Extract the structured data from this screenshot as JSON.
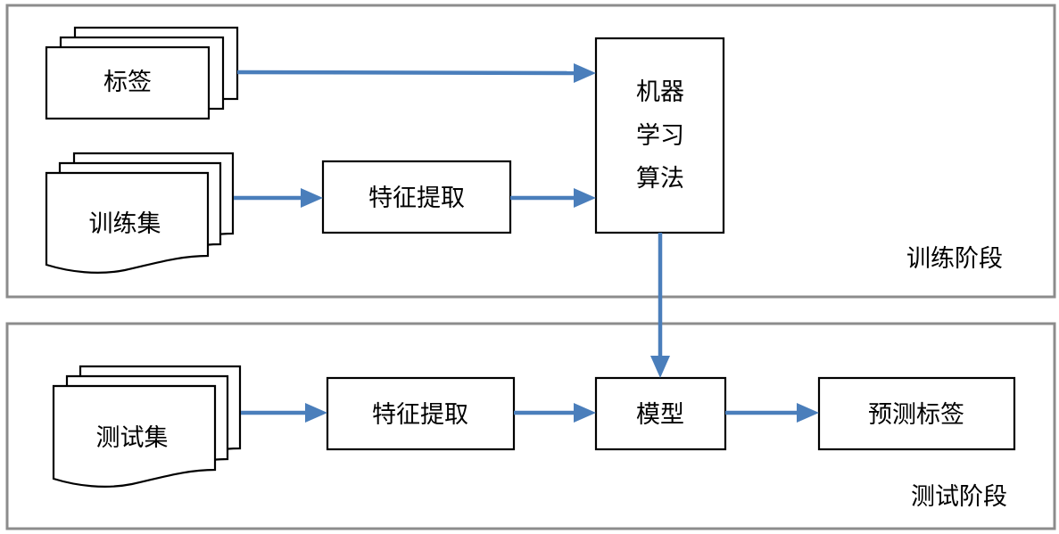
{
  "colors": {
    "arrow": "#4a7ebb",
    "frame": "#8c8c8c",
    "box_stroke": "#000000"
  },
  "training": {
    "stage_label": "训练阶段",
    "labels_doc": "标签",
    "train_set_doc": "训练集",
    "feature_extraction": "特征提取",
    "algorithm": [
      "机器",
      "学习",
      "算法"
    ]
  },
  "testing": {
    "stage_label": "测试阶段",
    "test_set_doc": "测试集",
    "feature_extraction": "特征提取",
    "model": "模型",
    "predicted_labels": "预测标签"
  }
}
